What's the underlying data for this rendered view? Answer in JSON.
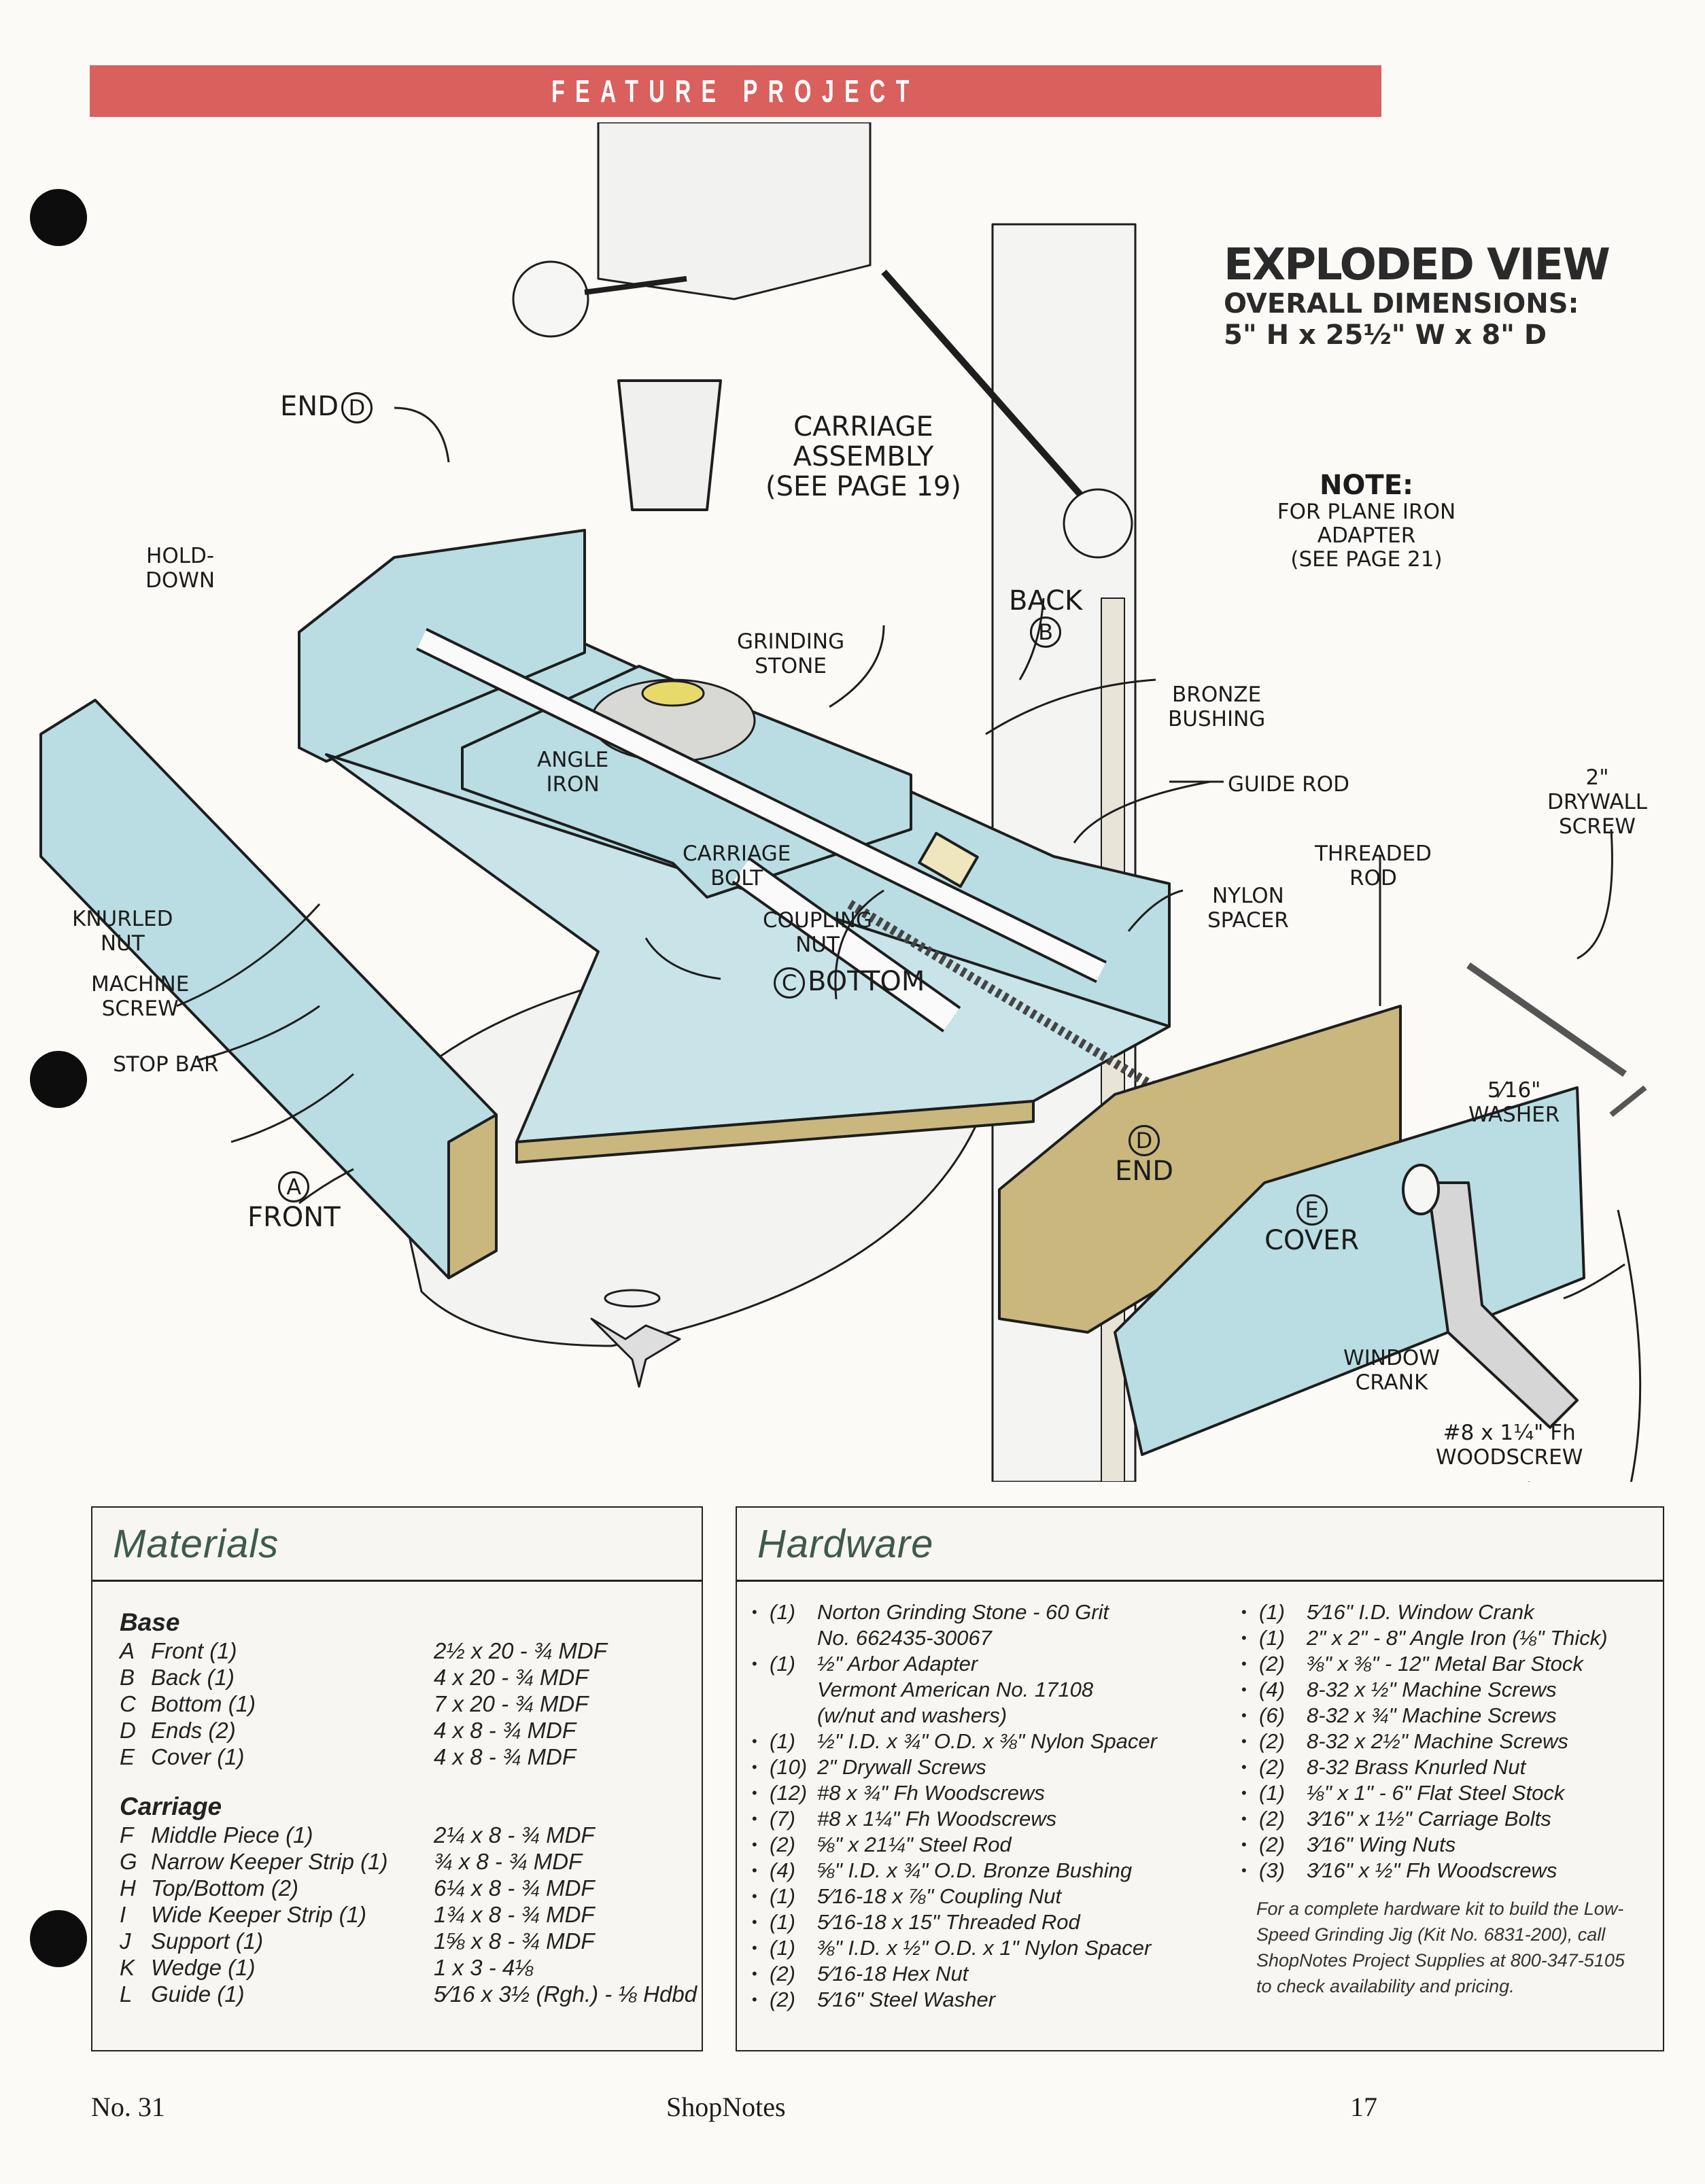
{
  "header": {
    "banner": "FEATURE PROJECT",
    "banner_color": "#d9605c"
  },
  "title": {
    "heading": "EXPLODED VIEW",
    "subheading": "OVERALL DIMENSIONS:",
    "dimensions": "5\" H x 25½\" W x 8\" D"
  },
  "note": {
    "heading": "NOTE:",
    "lines": [
      "FOR PLANE IRON",
      "ADAPTER",
      "(SEE PAGE 21)"
    ]
  },
  "diagram_labels": {
    "end_d_top": "END",
    "end_d_top_letter": "D",
    "carriage_assembly": [
      "CARRIAGE",
      "ASSEMBLY",
      "(SEE PAGE 19)"
    ],
    "hold_down": [
      "HOLD-",
      "DOWN"
    ],
    "back": "BACK",
    "back_letter": "B",
    "grinding_stone": [
      "GRINDING",
      "STONE"
    ],
    "bronze_bushing": [
      "BRONZE",
      "BUSHING"
    ],
    "angle_iron": [
      "ANGLE",
      "IRON"
    ],
    "guide_rod": "GUIDE ROD",
    "drywall_screw": [
      "2\"",
      "DRYWALL",
      "SCREW"
    ],
    "threaded_rod": [
      "THREADED",
      "ROD"
    ],
    "carriage_bolt": [
      "CARRIAGE",
      "BOLT"
    ],
    "nylon_spacer": [
      "NYLON",
      "SPACER"
    ],
    "knurled_nut": [
      "KNURLED",
      "NUT"
    ],
    "coupling_nut": [
      "COUPLING",
      "NUT"
    ],
    "bottom": "BOTTOM",
    "bottom_letter": "C",
    "machine_screw": [
      "MACHINE",
      "SCREW"
    ],
    "stop_bar": "STOP BAR",
    "washer": [
      "5⁄16\"",
      "WASHER"
    ],
    "end_d_right": "END",
    "end_d_right_letter": "D",
    "cover": "COVER",
    "cover_letter": "E",
    "front": "FRONT",
    "front_letter": "A",
    "window_crank": [
      "WINDOW",
      "CRANK"
    ],
    "woodscrew": [
      "#8 x 1¼\" Fh",
      "WOODSCREW"
    ]
  },
  "materials": {
    "title": "Materials",
    "groups": [
      {
        "name": "Base",
        "items": [
          {
            "letter": "A",
            "name": "Front (1)",
            "dims": "2½ x 20 - ¾ MDF"
          },
          {
            "letter": "B",
            "name": "Back (1)",
            "dims": "4 x 20 - ¾ MDF"
          },
          {
            "letter": "C",
            "name": "Bottom (1)",
            "dims": "7 x 20 - ¾ MDF"
          },
          {
            "letter": "D",
            "name": "Ends (2)",
            "dims": "4 x 8 - ¾ MDF"
          },
          {
            "letter": "E",
            "name": "Cover (1)",
            "dims": "4 x 8 - ¾ MDF"
          }
        ]
      },
      {
        "name": "Carriage",
        "items": [
          {
            "letter": "F",
            "name": "Middle Piece (1)",
            "dims": "2¼ x 8 - ¾ MDF"
          },
          {
            "letter": "G",
            "name": "Narrow Keeper Strip (1)",
            "dims": "¾ x 8 - ¾ MDF"
          },
          {
            "letter": "H",
            "name": "Top/Bottom (2)",
            "dims": "6¼ x 8 - ¾ MDF"
          },
          {
            "letter": "I",
            "name": "Wide Keeper Strip (1)",
            "dims": "1¾ x 8 - ¾ MDF"
          },
          {
            "letter": "J",
            "name": "Support (1)",
            "dims": "1⅝ x 8 - ¾ MDF"
          },
          {
            "letter": "K",
            "name": "Wedge (1)",
            "dims": "1 x 3 - 4⅛"
          },
          {
            "letter": "L",
            "name": "Guide (1)",
            "dims": "5⁄16 x 3½ (Rgh.) - ⅛ Hdbd"
          }
        ]
      }
    ]
  },
  "hardware": {
    "title": "Hardware",
    "col1": [
      {
        "qty": "(1)",
        "lines": [
          "Norton Grinding Stone - 60 Grit",
          "No. 662435-30067"
        ]
      },
      {
        "qty": "(1)",
        "lines": [
          "½\" Arbor Adapter",
          "Vermont American No. 17108",
          "(w/nut and washers)"
        ]
      },
      {
        "qty": "(1)",
        "lines": [
          "½\" I.D. x ¾\" O.D. x ⅜\" Nylon Spacer"
        ]
      },
      {
        "qty": "(10)",
        "lines": [
          "2\" Drywall Screws"
        ]
      },
      {
        "qty": "(12)",
        "lines": [
          "#8 x ¾\" Fh Woodscrews"
        ]
      },
      {
        "qty": "(7)",
        "lines": [
          "#8 x 1¼\" Fh Woodscrews"
        ]
      },
      {
        "qty": "(2)",
        "lines": [
          "⅝\" x 21¼\" Steel Rod"
        ]
      },
      {
        "qty": "(4)",
        "lines": [
          "⅝\" I.D. x ¾\" O.D. Bronze Bushing"
        ]
      },
      {
        "qty": "(1)",
        "lines": [
          "5⁄16-18 x ⅞\" Coupling Nut"
        ]
      },
      {
        "qty": "(1)",
        "lines": [
          "5⁄16-18 x 15\" Threaded Rod"
        ]
      },
      {
        "qty": "(1)",
        "lines": [
          "⅜\" I.D. x ½\" O.D. x 1\" Nylon Spacer"
        ]
      },
      {
        "qty": "(2)",
        "lines": [
          "5⁄16-18 Hex Nut"
        ]
      },
      {
        "qty": "(2)",
        "lines": [
          "5⁄16\" Steel Washer"
        ]
      }
    ],
    "col2": [
      {
        "qty": "(1)",
        "lines": [
          "5⁄16\" I.D. Window Crank"
        ]
      },
      {
        "qty": "(1)",
        "lines": [
          "2\" x 2\" - 8\" Angle Iron (⅛\" Thick)"
        ]
      },
      {
        "qty": "(2)",
        "lines": [
          "⅜\" x ⅜\" - 12\" Metal Bar Stock"
        ]
      },
      {
        "qty": "(4)",
        "lines": [
          "8-32 x ½\" Machine Screws"
        ]
      },
      {
        "qty": "(6)",
        "lines": [
          "8-32 x ¾\" Machine Screws"
        ]
      },
      {
        "qty": "(2)",
        "lines": [
          "8-32 x 2½\" Machine Screws"
        ]
      },
      {
        "qty": "(2)",
        "lines": [
          "8-32 Brass Knurled Nut"
        ]
      },
      {
        "qty": "(1)",
        "lines": [
          "⅛\" x 1\" - 6\" Flat Steel Stock"
        ]
      },
      {
        "qty": "(2)",
        "lines": [
          "3⁄16\" x 1½\" Carriage Bolts"
        ]
      },
      {
        "qty": "(2)",
        "lines": [
          "3⁄16\" Wing Nuts"
        ]
      },
      {
        "qty": "(3)",
        "lines": [
          "3⁄16\" x ½\" Fh Woodscrews"
        ]
      }
    ],
    "kit_note": "For a complete hardware kit to build the Low-Speed Grinding Jig (Kit No. 6831-200), call ShopNotes Project Supplies at 800-347-5105 to check availability and pricing."
  },
  "footer": {
    "issue": "No. 31",
    "magazine": "ShopNotes",
    "page": "17"
  },
  "colors": {
    "board_blue": "#b9dde3",
    "mdf_tan": "#c9b77e",
    "heading_green": "#3e5a4e"
  }
}
